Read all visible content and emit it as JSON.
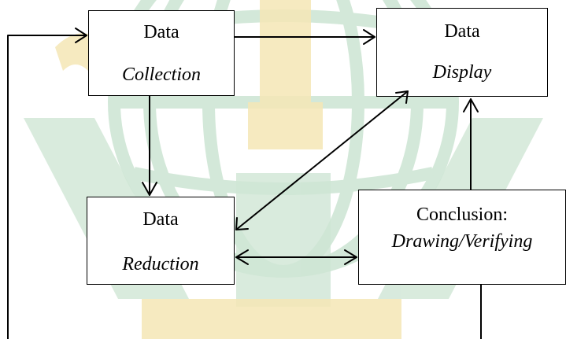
{
  "diagram": {
    "nodes": {
      "collection": {
        "line1": "Data",
        "line2": "Collection"
      },
      "display": {
        "line1": "Data",
        "line2": "Display"
      },
      "reduction": {
        "line1": "Data",
        "line2": "Reduction"
      },
      "conclusion": {
        "line1": "Conclusion:",
        "line2": "Drawing/Verifying"
      }
    },
    "edges": [
      {
        "from": "collection",
        "to": "display",
        "type": "arrow"
      },
      {
        "from": "collection",
        "to": "reduction",
        "type": "arrow"
      },
      {
        "from": "reduction",
        "to": "display",
        "type": "double-arrow"
      },
      {
        "from": "reduction",
        "to": "conclusion",
        "type": "double-arrow"
      },
      {
        "from": "conclusion",
        "to": "display",
        "type": "arrow"
      },
      {
        "from": "conclusion",
        "to": "collection",
        "type": "feedback-loop"
      }
    ]
  },
  "watermark": {
    "green_color": "#cfe6d5",
    "gold_color": "#f4e6b5"
  }
}
